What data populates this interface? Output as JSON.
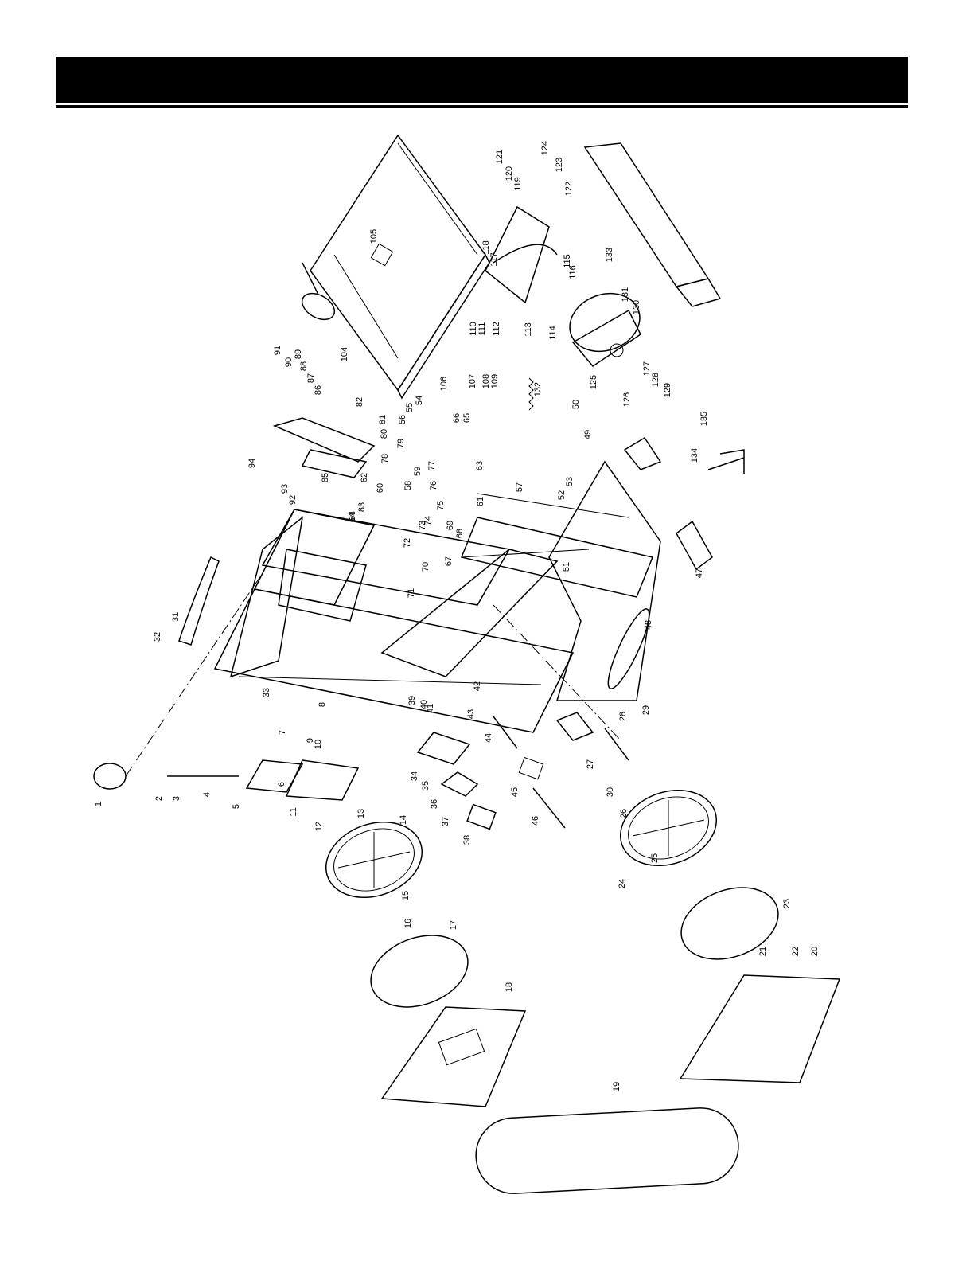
{
  "header": {
    "title": ""
  },
  "callouts": [
    "1",
    "2",
    "3",
    "4",
    "5",
    "6",
    "7",
    "8",
    "9",
    "10",
    "11",
    "12",
    "13",
    "14",
    "15",
    "16",
    "17",
    "18",
    "19",
    "20",
    "21",
    "22",
    "23",
    "24",
    "25",
    "26",
    "27",
    "28",
    "29",
    "30",
    "31",
    "32",
    "33",
    "34",
    "35",
    "36",
    "37",
    "38",
    "39",
    "40",
    "41",
    "42",
    "43",
    "44",
    "45",
    "46",
    "47",
    "48",
    "49",
    "50",
    "51",
    "52",
    "53",
    "54",
    "55",
    "56",
    "57",
    "58",
    "59",
    "60",
    "61",
    "62",
    "63",
    "64",
    "65",
    "66",
    "67",
    "68",
    "69",
    "70",
    "71",
    "72",
    "73",
    "74",
    "75",
    "76",
    "77",
    "78",
    "79",
    "80",
    "81",
    "82",
    "83",
    "84",
    "85",
    "86",
    "87",
    "88",
    "89",
    "90",
    "91",
    "92",
    "93",
    "94",
    "104",
    "105",
    "106",
    "107",
    "108",
    "109",
    "110",
    "111",
    "112",
    "113",
    "114",
    "115",
    "116",
    "117",
    "118",
    "119",
    "120",
    "121",
    "122",
    "123",
    "124",
    "125",
    "126",
    "127",
    "128",
    "129",
    "130",
    "131",
    "132",
    "133",
    "134",
    "135"
  ]
}
